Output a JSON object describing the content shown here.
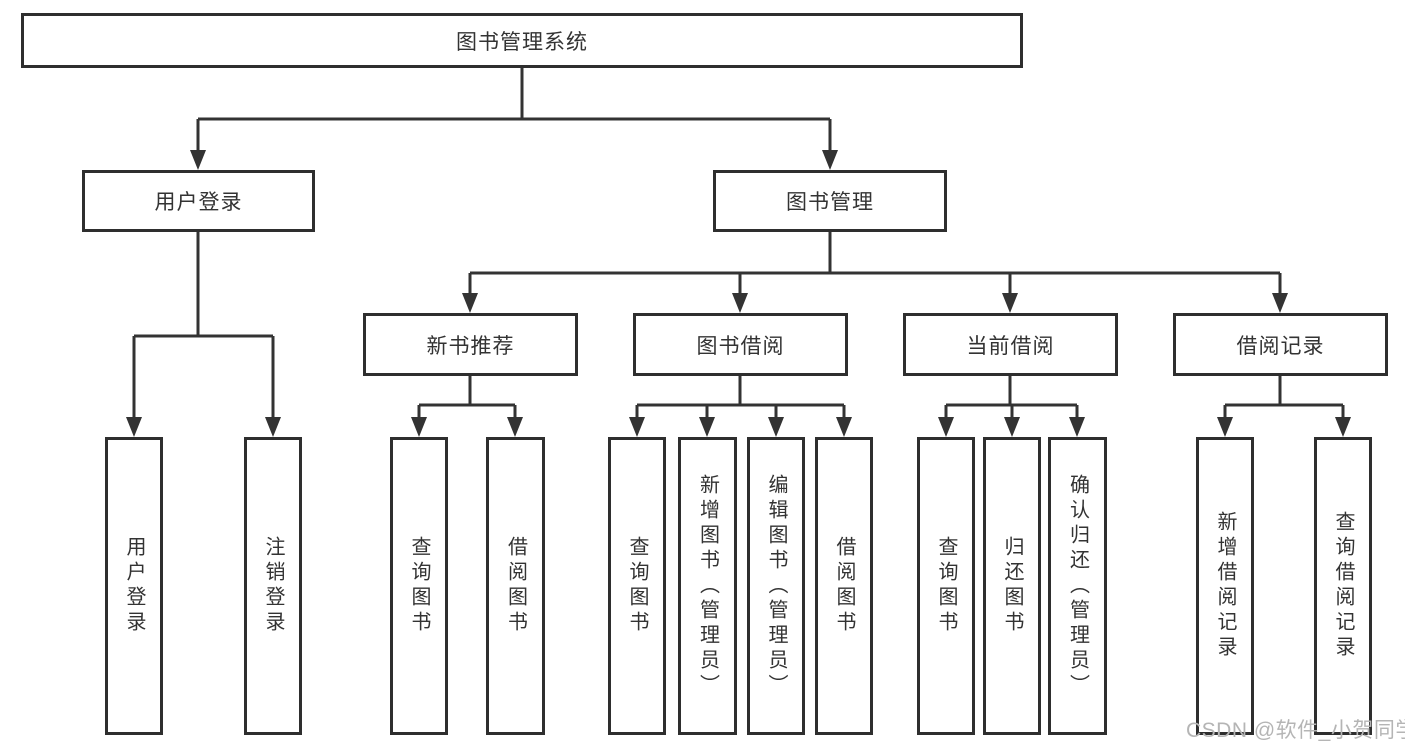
{
  "root": {
    "label": "图书管理系统"
  },
  "level2": {
    "user_login": {
      "label": "用户登录"
    },
    "book_management": {
      "label": "图书管理"
    }
  },
  "level3": {
    "new_book_recommend": {
      "label": "新书推荐"
    },
    "book_borrowing": {
      "label": "图书借阅"
    },
    "current_borrowing": {
      "label": "当前借阅"
    },
    "borrowing_records": {
      "label": "借阅记录"
    }
  },
  "leaves": {
    "user_login": {
      "label": "用户登录"
    },
    "logout": {
      "label": "注销登录"
    },
    "recommend_query_books": {
      "label": "查询图书"
    },
    "recommend_borrow_books": {
      "label": "借阅图书"
    },
    "borrowing_query_books": {
      "label": "查询图书"
    },
    "borrowing_add_books_admin": {
      "label": "新增图书（管理员）"
    },
    "borrowing_edit_books_admin": {
      "label": "编辑图书（管理员）"
    },
    "borrowing_borrow_books": {
      "label": "借阅图书"
    },
    "current_query_books": {
      "label": "查询图书"
    },
    "current_return_books": {
      "label": "归还图书"
    },
    "current_confirm_return_admin": {
      "label": "确认归还（管理员）"
    },
    "records_add_record": {
      "label": "新增借阅记录"
    },
    "records_query_record": {
      "label": "查询借阅记录"
    }
  },
  "watermark": "CSDN @软件_小贺同学",
  "colors": {
    "line": "#333333",
    "border": "#2e2e2e",
    "text": "#333333",
    "watermark": "#b5b5b5"
  }
}
